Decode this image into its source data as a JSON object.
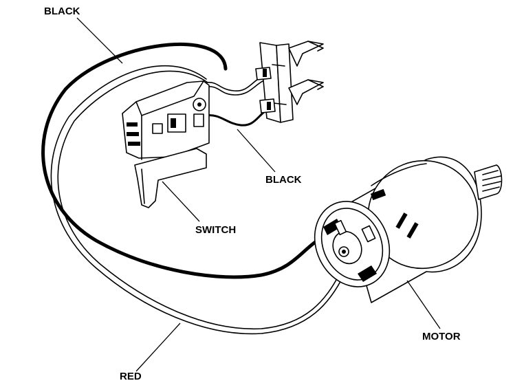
{
  "labels": {
    "black_top": "BLACK",
    "black_mid": "BLACK",
    "switch": "SWITCH",
    "motor": "MOTOR",
    "red": "RED"
  }
}
